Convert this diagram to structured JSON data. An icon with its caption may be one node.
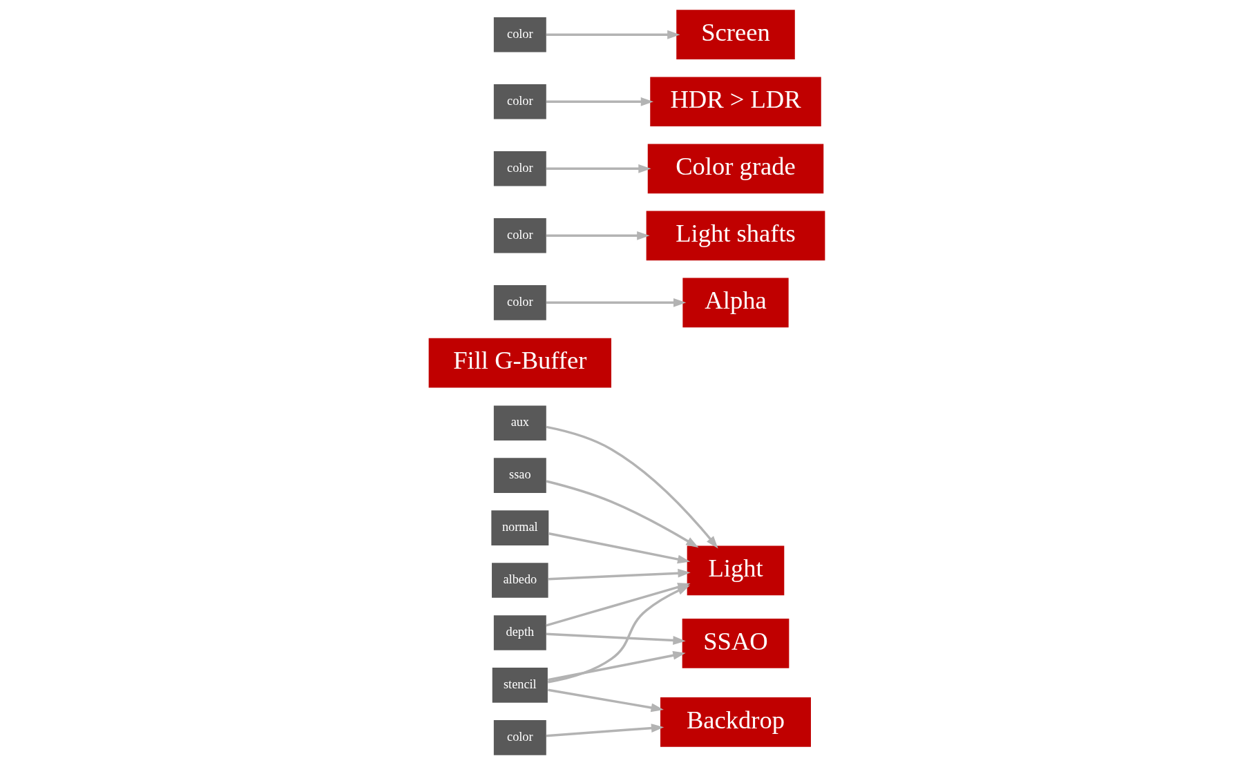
{
  "diagram": {
    "nodes": [
      {
        "text": [
          "SSAO"
        ]
      },
      {
        "text": [
          "ssao"
        ]
      },
      {
        "text": [
          "Fill G-Buffer"
        ]
      },
      {
        "text": [
          "depth"
        ]
      },
      {
        "text": [
          "normal"
        ]
      },
      {
        "text": [
          "albedo"
        ]
      },
      {
        "text": [
          "aux"
        ]
      },
      {
        "text": [
          "stencil"
        ]
      },
      {
        "text": [
          "Light"
        ]
      },
      {
        "text": [
          "color"
        ]
      },
      {
        "text": [
          "Backdrop"
        ]
      },
      {
        "text": [
          "color"
        ]
      },
      {
        "text": [
          "Alpha"
        ]
      },
      {
        "text": [
          "color"
        ]
      },
      {
        "text": [
          "Light shafts"
        ]
      },
      {
        "text": [
          "color"
        ]
      },
      {
        "text": [
          "Color grade"
        ]
      },
      {
        "text": [
          "color"
        ]
      },
      {
        "text": [
          "HDR > LDR"
        ]
      },
      {
        "text": [
          "color"
        ]
      },
      {
        "text": [
          "Screen"
        ]
      }
    ],
    "edges": [
      {
        "from": 3,
        "to": 0,
        "arrow": "to"
      },
      {
        "from": 7,
        "to": 0,
        "arrow": "to"
      },
      {
        "from": 1,
        "to": 8,
        "arrow": "to"
      },
      {
        "from": 3,
        "to": 8,
        "arrow": "to"
      },
      {
        "from": 4,
        "to": 8,
        "arrow": "to"
      },
      {
        "from": 5,
        "to": 8,
        "arrow": "to"
      },
      {
        "from": 6,
        "to": 8,
        "arrow": "to"
      },
      {
        "from": 7,
        "to": 8,
        "arrow": "to"
      },
      {
        "from": 7,
        "to": 10,
        "arrow": "to"
      },
      {
        "from": 9,
        "to": 10,
        "arrow": "to"
      },
      {
        "from": 11,
        "to": 12,
        "arrow": "to"
      },
      {
        "from": 13,
        "to": 14,
        "arrow": "to"
      },
      {
        "from": 15,
        "to": 16,
        "arrow": "to"
      },
      {
        "from": 17,
        "to": 18,
        "arrow": "to"
      },
      {
        "from": 19,
        "to": 20,
        "arrow": "to"
      }
    ]
  }
}
